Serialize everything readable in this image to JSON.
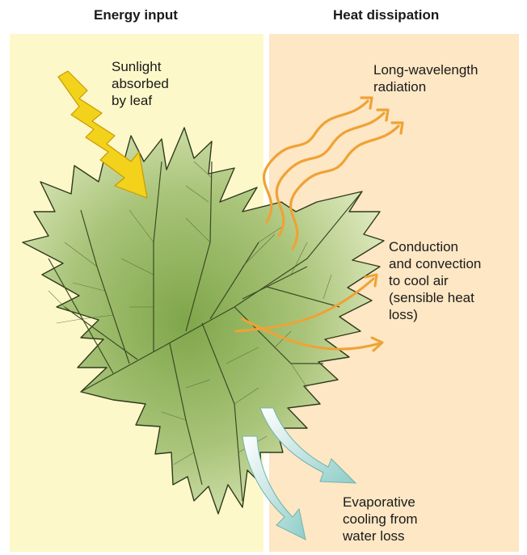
{
  "headings": {
    "energy_input": "Energy input",
    "heat_dissipation": "Heat dissipation"
  },
  "labels": {
    "sunlight": "Sunlight\nabsorbed\nby leaf",
    "radiation": "Long-wavelength\nradiation",
    "conduction": "Conduction\nand convection\nto cool air\n(sensible heat\nloss)",
    "evaporative": "Evaporative\ncooling from\nwater loss"
  },
  "colors": {
    "left_panel": "#fdf8c9",
    "right_panel": "#fde7c4",
    "sunlight_arrow": "#f3d21b",
    "heat_arrows": "#efa236",
    "water_arrows": "#a9d8d3",
    "leaf_light": "#d8e6b4",
    "leaf_dark": "#7fa64a"
  },
  "icons": {
    "sunlight": "lightning-arrow-icon",
    "radiation": "wavy-arrow-icon",
    "conduction": "curved-arrow-icon",
    "evaporation": "broad-arrow-icon"
  }
}
